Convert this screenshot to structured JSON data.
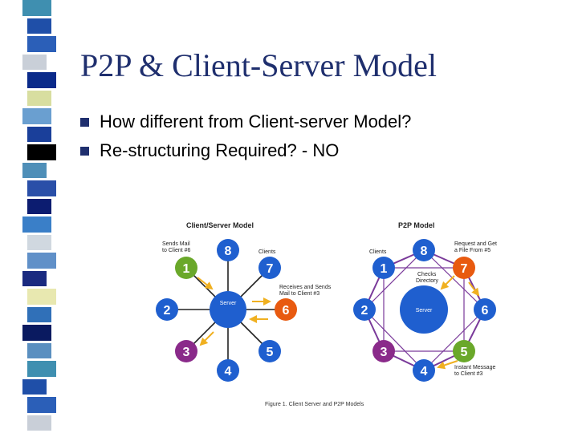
{
  "slide": {
    "title": "P2P & Client-Server Model",
    "bullets": [
      "How different from Client-server Model?",
      "Re-structuring Required? - NO"
    ]
  },
  "stripe_colors": [
    "#3f8fb0",
    "#1f4fa8",
    "#2b5fb8",
    "#c9cfd8",
    "#0a2a8a",
    "#d8dea0",
    "#6a9fd0",
    "#1a3f9a",
    "#000000",
    "#4f8fb8",
    "#2a4fa8",
    "#0c1c70",
    "#3a7fc8",
    "#d0d8e0",
    "#6090c8",
    "#1a2a80",
    "#e8e8b0",
    "#3070b8",
    "#0a1a60",
    "#5a8fc0"
  ],
  "figure": {
    "cs_title": "Client/Server Model",
    "p2p_title": "P2P Model",
    "server_label": "Server",
    "cs_annotations": {
      "sends_mail_1": "Sends Mail",
      "sends_mail_2": "to Client #6",
      "clients": "Clients",
      "receives_1": "Receives and Sends",
      "receives_2": "Mail to Client #3"
    },
    "p2p_annotations": {
      "clients": "Clients",
      "request_1": "Request and Get",
      "request_2": "a File From #5",
      "checks_1": "Checks",
      "checks_2": "Directory",
      "instant_1": "Instant Message",
      "instant_2": "to Client #3"
    },
    "caption": "Figure 1. Client Server and P2P Models",
    "nodes": {
      "n1": "1",
      "n2": "2",
      "n3": "3",
      "n4": "4",
      "n5": "5",
      "n6": "6",
      "n7": "7",
      "n8": "8"
    },
    "colors": {
      "blue": "#1f5fcf",
      "green": "#6aa82a",
      "purple": "#8a2a8a",
      "orange": "#e85a10",
      "ring": "#7a3a9a",
      "arrow": "#f0b020"
    }
  }
}
